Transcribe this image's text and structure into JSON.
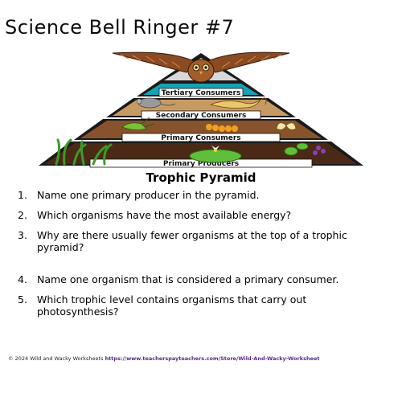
{
  "title": "Science Bell Ringer #7",
  "pyramid": {
    "levels": [
      {
        "label": "Tertiary Consumers",
        "color": "#17a2b3"
      },
      {
        "label": "Secondary Consumers",
        "color": "#c89a63"
      },
      {
        "label": "Primary Consumers",
        "color": "#86532c"
      },
      {
        "label": "Primary Producers",
        "color": "#4a2a16"
      }
    ],
    "caption": "Trophic Pyramid"
  },
  "questions": [
    {
      "number": "1.",
      "text": "Name one primary producer in the pyramid."
    },
    {
      "number": "2.",
      "text": "Which organisms have the most available energy?"
    },
    {
      "number": "3.",
      "text": "Why are there usually fewer organisms at the top of a trophic pyramid?"
    },
    {
      "number": "4.",
      "text": "Name one organism that is considered a primary consumer."
    },
    {
      "number": "5.",
      "text": "Which trophic level contains organisms that carry out photosynthesis?"
    }
  ],
  "footer": {
    "copyright": "© 2024 Wild and Wacky Worksheets",
    "url": "https://www.teacherspayteachers.com/Store/Wild-And-Wacky-Worksheet"
  }
}
